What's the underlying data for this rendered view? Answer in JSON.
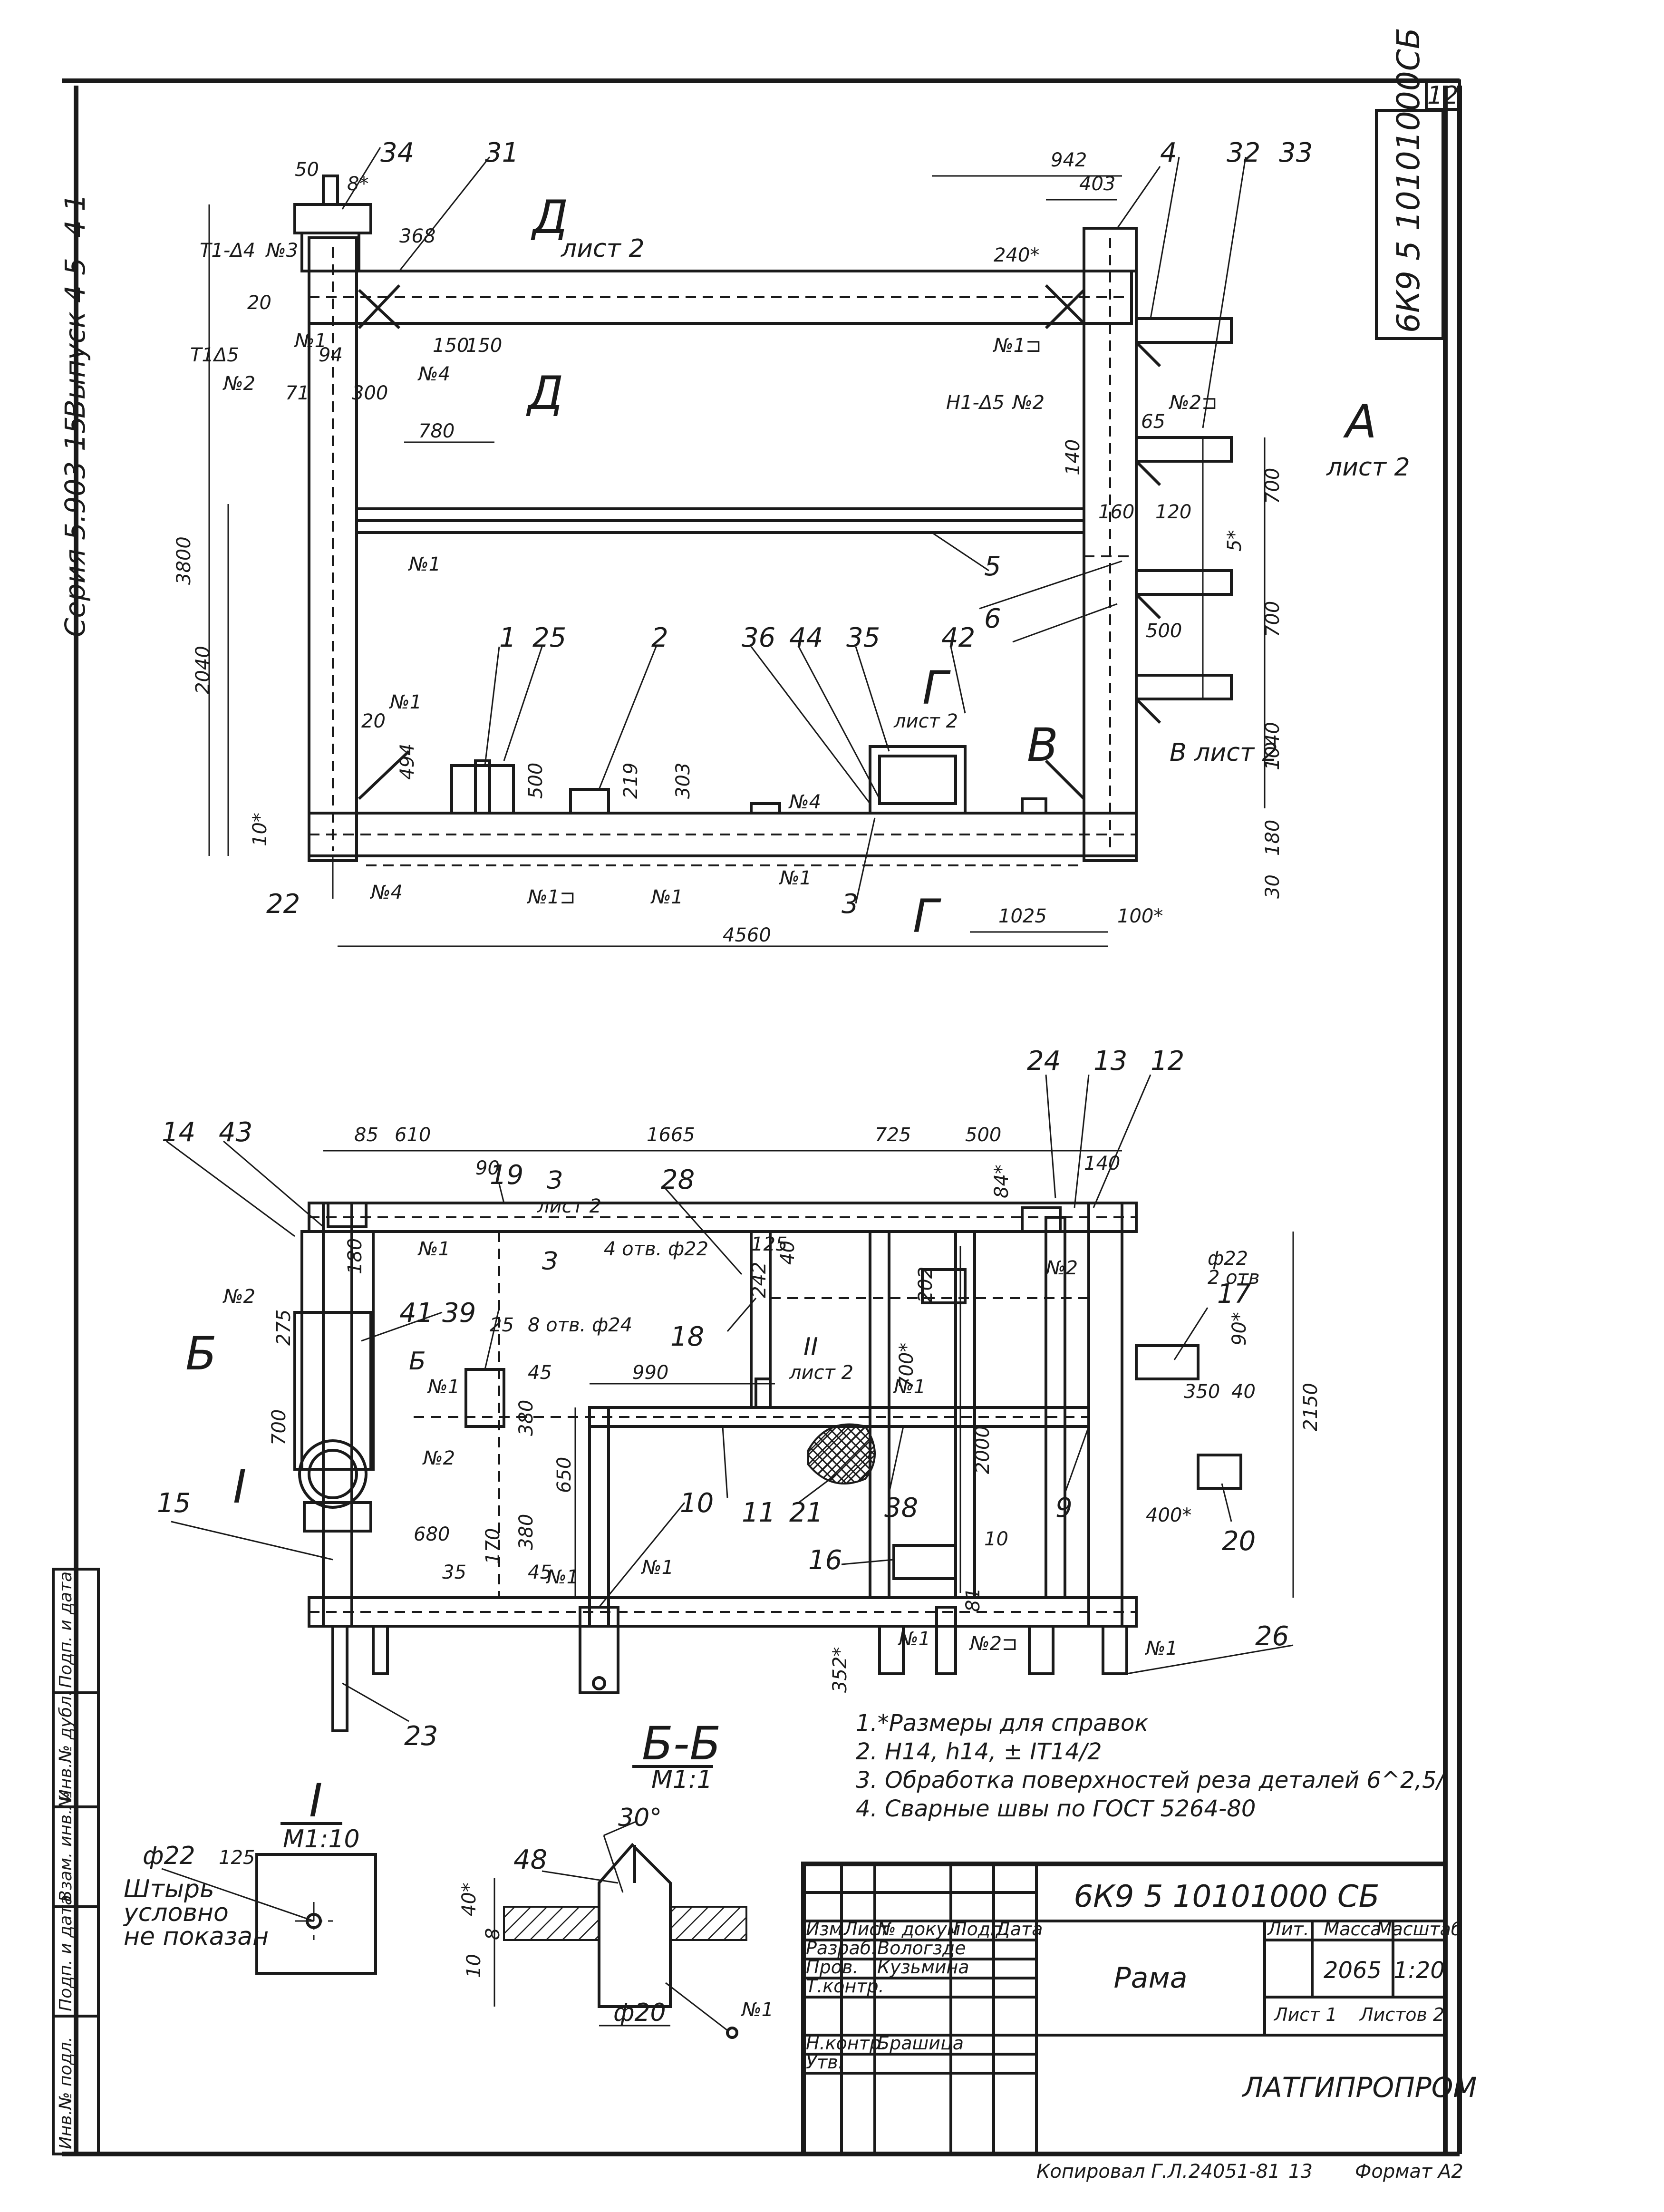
{
  "sheet_number": "12",
  "side_stamp": "6К9 5 10101000СБ",
  "left_margin": {
    "series": "Серия 5.903-15",
    "issue": "Выпуск 4-5",
    "sheet": "4 1"
  },
  "front_view": {
    "dims": [
      "50",
      "8*",
      "368",
      "942",
      "403",
      "240*",
      "20",
      "94",
      "300",
      "71",
      "780",
      "150",
      "150",
      "3800",
      "2040",
      "65",
      "140",
      "160",
      "120",
      "5*",
      "700",
      "700",
      "500",
      "1040",
      "180",
      "30",
      "20",
      "494",
      "500",
      "219",
      "303",
      "10*",
      "1025",
      "100*",
      "4560"
    ],
    "positions": [
      "34",
      "31",
      "4",
      "32",
      "33",
      "1",
      "25",
      "2",
      "36",
      "44",
      "35",
      "42",
      "5",
      "6",
      "22",
      "3"
    ],
    "weld_marks": [
      "T1-Δ4",
      "№3",
      "T1Δ5",
      "№1",
      "№2",
      "№4",
      "H1-Δ5",
      "№2",
      "№1⊐",
      "№2⊐",
      "№1",
      "№1",
      "№4",
      "№1⊐",
      "№1",
      "№1",
      "№4"
    ],
    "view_refs": {
      "d": "Д",
      "d_sheet": "лист 2",
      "d_bottom": "Д",
      "a": "А",
      "a_sheet": "лист 2",
      "g": "Г",
      "g_sheet": "лист 2",
      "g_bottom": "Г",
      "v": "В",
      "v_sheet": "В лист 2"
    }
  },
  "plan_view": {
    "dims": [
      "85",
      "610",
      "1665",
      "725",
      "500",
      "90",
      "84*",
      "140",
      "180",
      "275",
      "700",
      "990",
      "25",
      "45",
      "380",
      "650",
      "380",
      "170",
      "680",
      "35",
      "45",
      "125",
      "40",
      "242",
      "700*",
      "202",
      "2000",
      "350",
      "40",
      "10",
      "81",
      "90*",
      "2150",
      "400*",
      "352*"
    ],
    "positions": [
      "14",
      "43",
      "19",
      "28",
      "24",
      "13",
      "12",
      "41",
      "39",
      "18",
      "17",
      "11",
      "21",
      "38",
      "9",
      "15",
      "10",
      "16",
      "20",
      "23",
      "26"
    ],
    "notes": [
      "4 отв. ф22",
      "8 отв. ф24",
      "ф22",
      "2 отв",
      "II",
      "лист 2",
      "З",
      "лист 2",
      "З",
      "Б",
      "Б",
      "I"
    ],
    "weld_marks": [
      "№2",
      "№1",
      "№1",
      "№2",
      "№1",
      "№1",
      "№1",
      "№1",
      "№2⊐",
      "№1",
      "№2"
    ]
  },
  "detail_i": {
    "title": "I",
    "scale": "М1:10",
    "dia": "ф22",
    "dim": "125",
    "pin_note": [
      "Штырь",
      "условно",
      "не показан"
    ]
  },
  "section_bb": {
    "title": "Б-Б",
    "scale": "М1:1",
    "angle": "30°",
    "position": "48",
    "dims": [
      "40*",
      "8",
      "10"
    ],
    "dia": "ф20",
    "weld": "№1"
  },
  "notes": [
    "1.*Размеры для справок",
    "2. H14, h14, ± IT14/2",
    "3. Обработка поверхностей реза деталей 6^2,5/",
    "4. Сварные швы по ГОСТ 5264-80"
  ],
  "title_block": {
    "doc_number": "6К9 5 10101000 СБ",
    "name": "Рама",
    "cols": {
      "lit": "Лит.",
      "mass": "Масса",
      "scale": "Масштаб"
    },
    "mass": "2065",
    "scale": "1:20",
    "sheet_label": "Лист 1",
    "sheets_label": "Листов 2",
    "org": "ЛАТГИПРОПРОМ",
    "header": [
      "Изм.",
      "Лист",
      "№ докум.",
      "Подп.",
      "Дата"
    ],
    "rows": [
      {
        "role": "Разраб.",
        "name": "Вологзде"
      },
      {
        "role": "Пров.",
        "name": "Кузьмина"
      },
      {
        "role": "Т.контр.",
        "name": ""
      },
      {
        "role": "Н.контр.",
        "name": "Брашица"
      },
      {
        "role": "Утв.",
        "name": ""
      }
    ]
  },
  "footer": {
    "copied": "Копировал Г.Л.",
    "code": "24051-81",
    "n": "13",
    "format": "Формат А2"
  },
  "stub_cols": [
    "Инв.№ подл.",
    "Подп. и дата",
    "Взам. инв.№",
    "Инв.№ дубл.",
    "Подп. и дата"
  ]
}
